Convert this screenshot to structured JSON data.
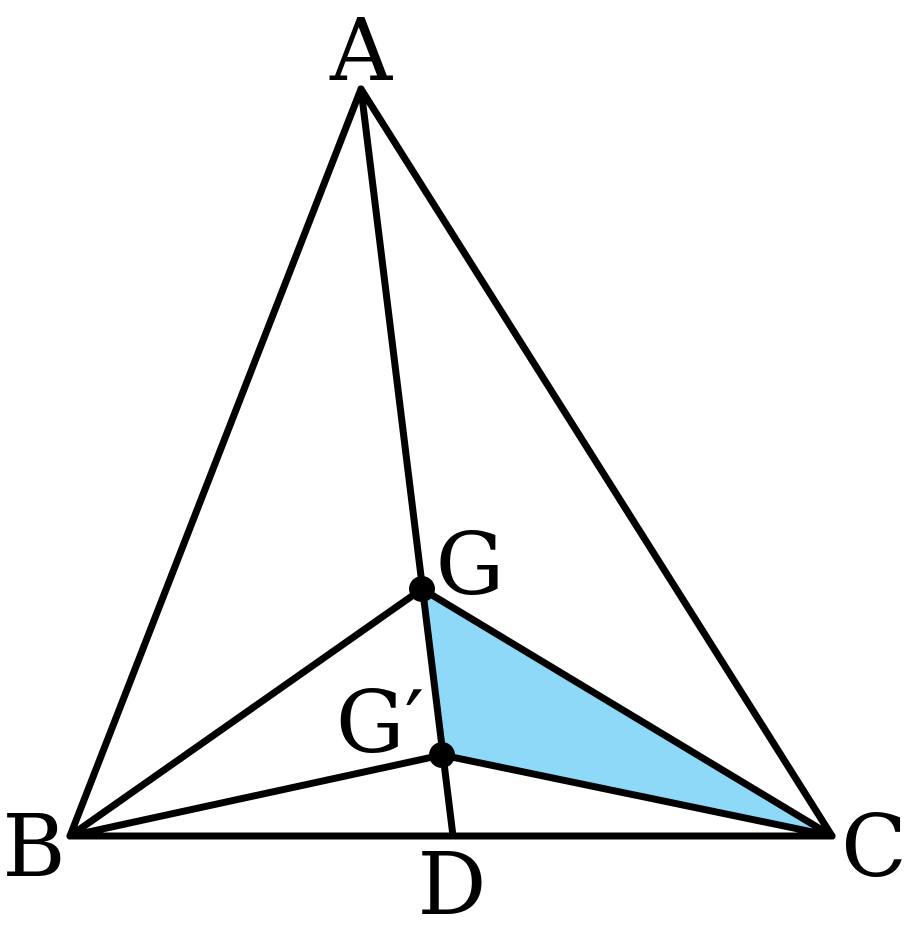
{
  "labels": {
    "A": "A",
    "B": "B",
    "C": "C",
    "D": "D",
    "G": "G",
    "G_prime": "G′"
  },
  "colors": {
    "stroke": "#000000",
    "highlight_fill": "#8ed8f8",
    "point": "#000000"
  }
}
